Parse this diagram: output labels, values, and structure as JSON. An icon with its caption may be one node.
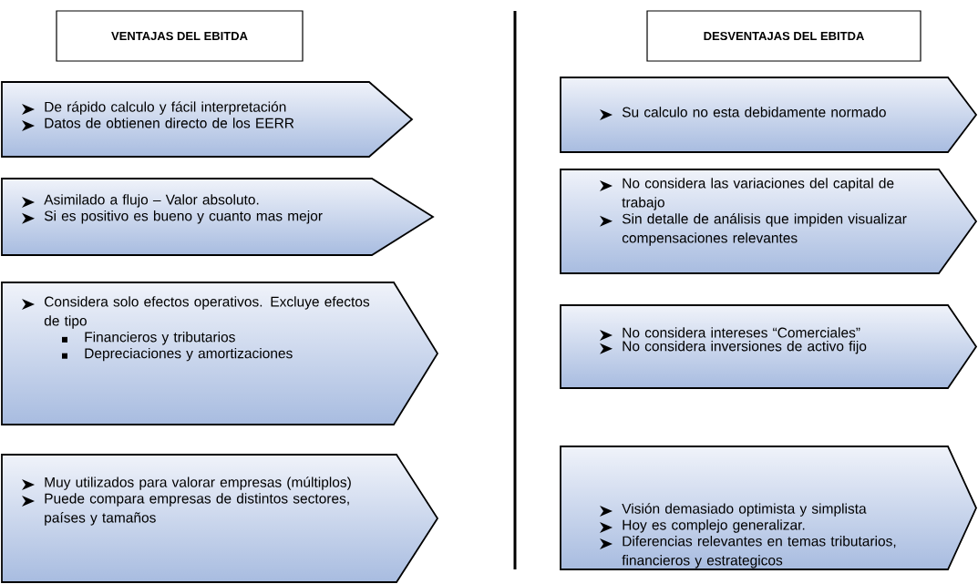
{
  "diagram": {
    "nodes": [
      {
        "text": [
          "VENTAJAS DEL EBITDA"
        ]
      },
      {
        "text": [
          "DESVENTAJAS DEL EBITDA"
        ]
      },
      {
        "text": [
          "De rápido calculo y fácil interpretación",
          "Datos de obtienen directo de los EERR"
        ]
      },
      {
        "text": [
          "Asimilado a flujo – Valor absoluto.",
          "Si es positivo es bueno y cuanto mas mejor"
        ]
      },
      {
        "text": [
          "Considera solo efectos operativos. Excluye efectos de tipo",
          "Financieros y tributarios",
          "Depreciaciones y amortizaciones"
        ]
      },
      {
        "text": [
          "Muy utilizados para valorar empresas (múltiplos)",
          "Puede compara empresas de distintos sectores, países y tamaños"
        ]
      },
      {
        "text": [
          "Su calculo no esta debidamente normado"
        ]
      },
      {
        "text": [
          "No considera las variaciones del capital de trabajo",
          "Sin detalle de análisis que impiden visualizar compensaciones relevantes"
        ]
      },
      {
        "text": [
          "No considera intereses “Comerciales”",
          "No considera inversiones de activo fijo"
        ]
      },
      {
        "text": [
          "Visión demasiado optimista y simplista",
          "Hoy es complejo generalizar.",
          "Diferencias relevantes en temas tributarios, financieros y estrategicos"
        ]
      }
    ]
  }
}
